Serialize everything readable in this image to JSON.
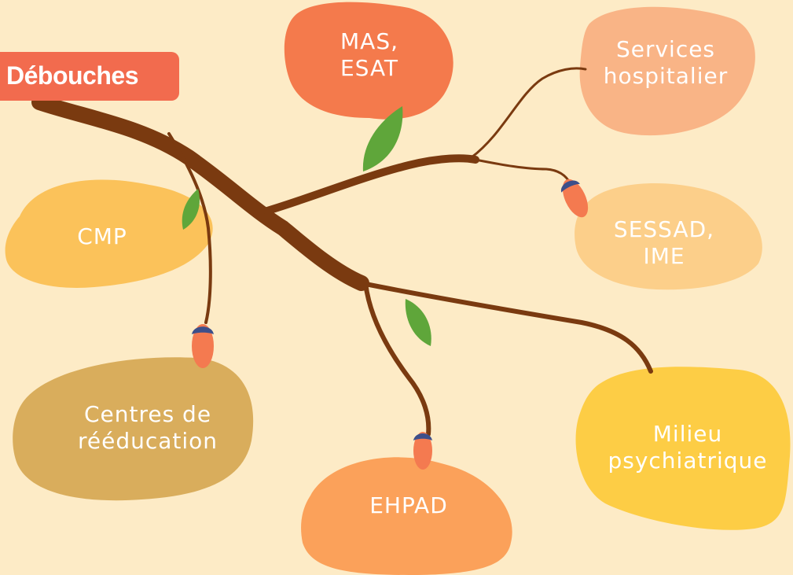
{
  "title": "Débouches",
  "colors": {
    "background": "#fdebc6",
    "title_badge": "#f26b4e",
    "branch": "#7a3a10",
    "leaf": "#5fa63a",
    "bud": "#f47a50",
    "bud_cap": "#3d4f8a"
  },
  "nodes": [
    {
      "id": "mas-esat",
      "lines": [
        "MAS,",
        "ESAT"
      ],
      "color": "#f47a4c"
    },
    {
      "id": "services-hospitalier",
      "lines": [
        "Services",
        "hospitalier"
      ],
      "color": "#f9b486"
    },
    {
      "id": "cmp",
      "lines": [
        "CMP"
      ],
      "color": "#fbc25a"
    },
    {
      "id": "sessad-ime",
      "lines": [
        "SESSAD,",
        "IME"
      ],
      "color": "#fccf8a"
    },
    {
      "id": "centres-reeducation",
      "lines": [
        "Centres de",
        "rééducation"
      ],
      "color": "#d9ad5c"
    },
    {
      "id": "milieu-psychiatrique",
      "lines": [
        "Milieu",
        "psychiatrique"
      ],
      "color": "#fdcd45"
    },
    {
      "id": "ehpad",
      "lines": [
        "EHPAD"
      ],
      "color": "#fba15a"
    }
  ]
}
